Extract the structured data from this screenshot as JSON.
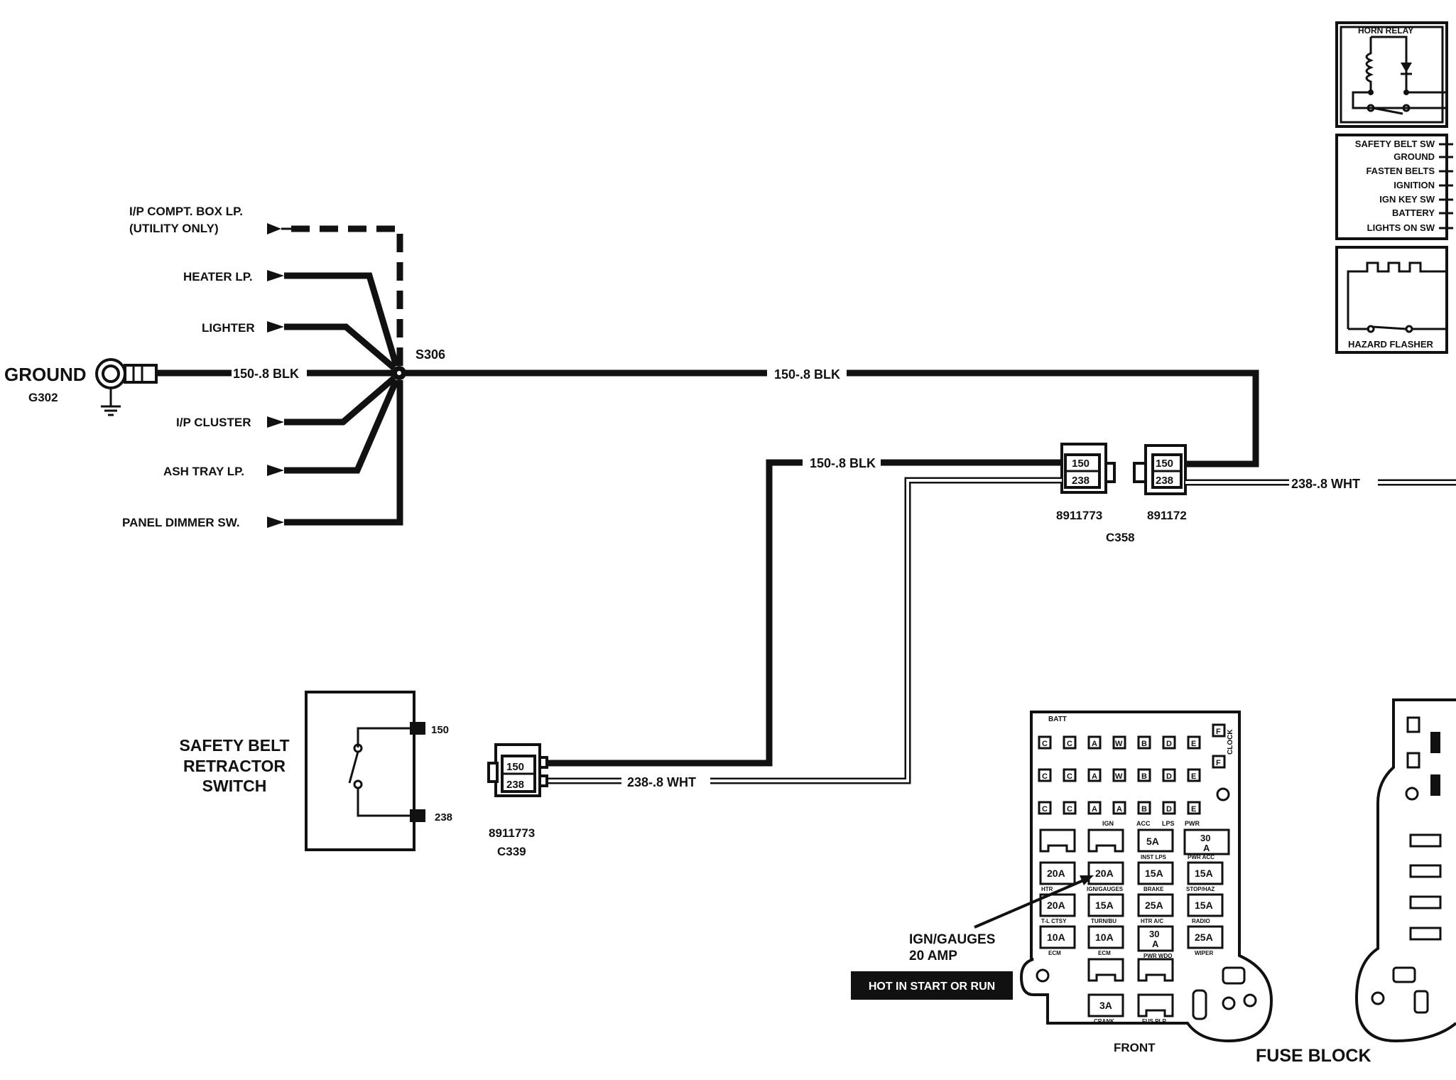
{
  "splice": {
    "label": "S306"
  },
  "ground": {
    "label": "GROUND",
    "code": "G302"
  },
  "feeds": {
    "ip_compt_line1": "I/P COMPT. BOX LP.",
    "ip_compt_line2": "(UTILITY ONLY)",
    "heater": "HEATER LP.",
    "lighter": "LIGHTER",
    "ip_cluster": "I/P CLUSTER",
    "ash_tray": "ASH TRAY LP.",
    "panel_dimmer": "PANEL DIMMER SW."
  },
  "wires": {
    "ground_wire": "150-.8 BLK",
    "main_blk": "150-.8 BLK",
    "lower_blk": "150-.8 BLK",
    "wht_lower": "238-.8 WHT",
    "wht_right": "238-.8 WHT"
  },
  "c358": {
    "label": "C358",
    "left_part": "8911773",
    "right_part": "891172",
    "pin_top": "150",
    "pin_bottom": "238"
  },
  "c339": {
    "label": "C339",
    "part": "8911773",
    "pin_top": "150",
    "pin_bottom": "238"
  },
  "switch": {
    "line1": "SAFETY BELT",
    "line2": "RETRACTOR",
    "line3": "SWITCH",
    "pin_top": "150",
    "pin_bottom": "238"
  },
  "relay_panel": {
    "horn_relay": "HORN RELAY",
    "chime_items": [
      "SAFETY BELT SW",
      "GROUND",
      "FASTEN BELTS",
      "IGNITION",
      "IGN KEY SW",
      "BATTERY",
      "LIGHTS ON SW"
    ],
    "hazard_flasher": "HAZARD FLASHER"
  },
  "fuse_block": {
    "title": "FUSE BLOCK",
    "front": "FRONT",
    "batt": "BATT",
    "clock": "CLOCK",
    "top_row_labels": [
      "IGN",
      "ACC",
      "LPS",
      "PWR"
    ],
    "annotation_line1": "IGN/GAUGES",
    "annotation_line2": "20 AMP",
    "hot_label": "HOT IN START OR RUN",
    "terminal_rows": [
      [
        "C",
        "C",
        "A",
        "W",
        "B",
        "D",
        "E"
      ],
      [
        "C",
        "C",
        "A",
        "W",
        "B",
        "D",
        "E"
      ],
      [
        "C",
        "C",
        "A",
        "A",
        "B",
        "D",
        "E"
      ]
    ],
    "side_terminals": [
      "F",
      "F"
    ],
    "fuses": {
      "r1c3": "5A",
      "r1c4a": "30",
      "r1c4b": "A",
      "r1c3_sub": "INST LPS",
      "r1c4_sub": "PWR ACC",
      "r2c1": "20A",
      "r2c2": "20A",
      "r2c3": "15A",
      "r2c4": "15A",
      "r2c1_sub": "HTR",
      "r2c2_sub": "IGN/GAUGES",
      "r2c3_sub": "BRAKE",
      "r2c4_sub": "STOP/HAZ",
      "r3c1": "20A",
      "r3c2": "15A",
      "r3c3": "25A",
      "r3c4": "15A",
      "r3c1_sub": "T-L CTSY",
      "r3c2_sub": "TURN/BU",
      "r3c3_sub": "HTR A/C",
      "r3c4_sub": "RADIO",
      "r4c1": "10A",
      "r4c2": "10A",
      "r4c3a": "30",
      "r4c3b": "A",
      "r4c4": "25A",
      "r4c1_sub": "ECM",
      "r4c2_sub": "ECM",
      "r4c3_sub": "PWR WDO",
      "r4c4_sub": "WIPER",
      "r6c2": "3A",
      "r6c2_sub": "CRANK",
      "r6c3_sub": "FUS PLR"
    }
  }
}
